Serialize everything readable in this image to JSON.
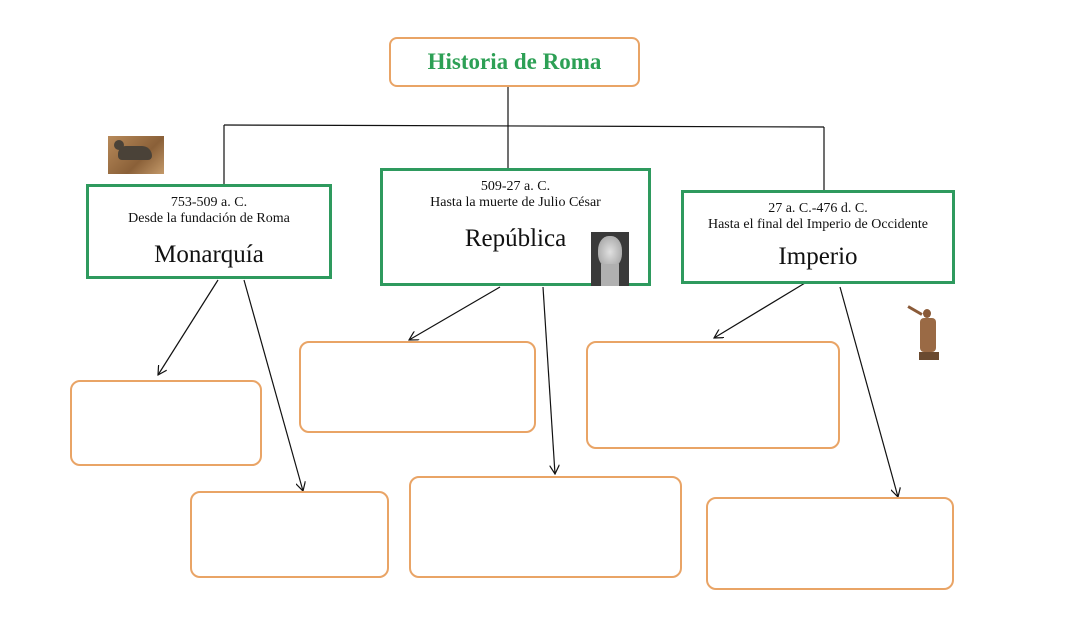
{
  "title": "Historia de Roma",
  "periods": [
    {
      "dates": "753-509 a. C.",
      "desc": "Desde la fundación de Roma",
      "name": "Monarquía"
    },
    {
      "dates": "509-27 a. C.",
      "desc": "Hasta la muerte de Julio César",
      "name": "República"
    },
    {
      "dates": "27 a. C.-476 d. C.",
      "desc": "Hasta el final del Imperio de Occidente",
      "name": "Imperio"
    }
  ],
  "colors": {
    "green": "#2e9a5e",
    "orange": "#e9a466",
    "title": "#2da055"
  }
}
